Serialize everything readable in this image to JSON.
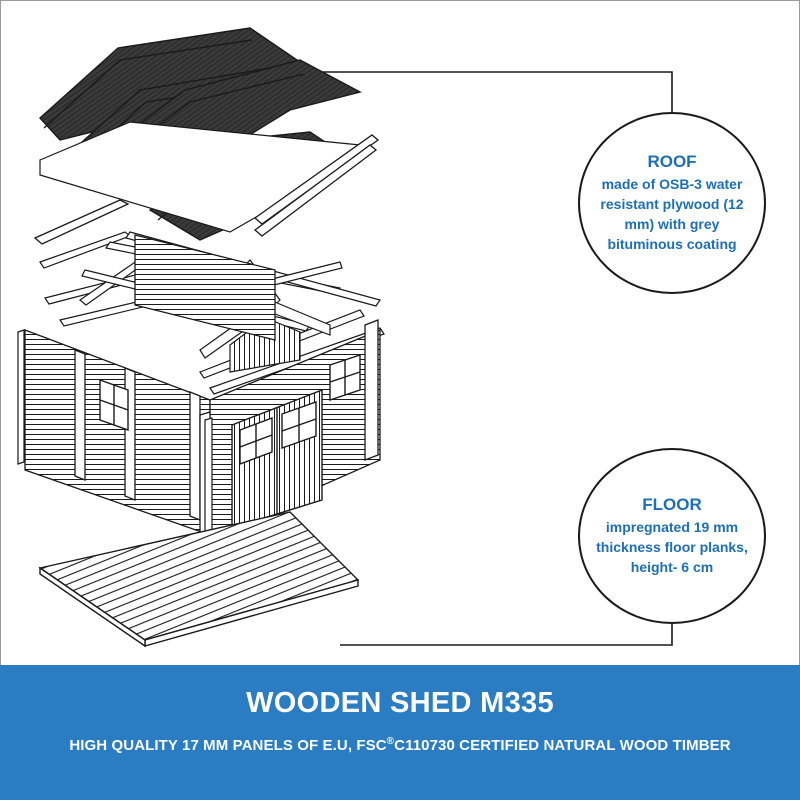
{
  "callouts": {
    "roof": {
      "title": "ROOF",
      "text": "made of OSB-3 water resistant plywood (12 mm) with grey bituminous coating"
    },
    "floor": {
      "title": "FLOOR",
      "text": "impregnated 19 mm thickness floor planks, height- 6 cm"
    }
  },
  "banner": {
    "product_name": "WOODEN SHED M335",
    "tagline_start": "HIGH QUALITY 17 MM PANELS OF E.U, FSC",
    "tagline_mark": "®",
    "tagline_end": "C110730 CERTIFIED NATURAL WOOD TIMBER"
  },
  "colors": {
    "banner_blue": "#2a7dc2",
    "callout_blue": "#1d6fb5",
    "roof_shingle": "#333333",
    "line": "#1a1a1a"
  }
}
